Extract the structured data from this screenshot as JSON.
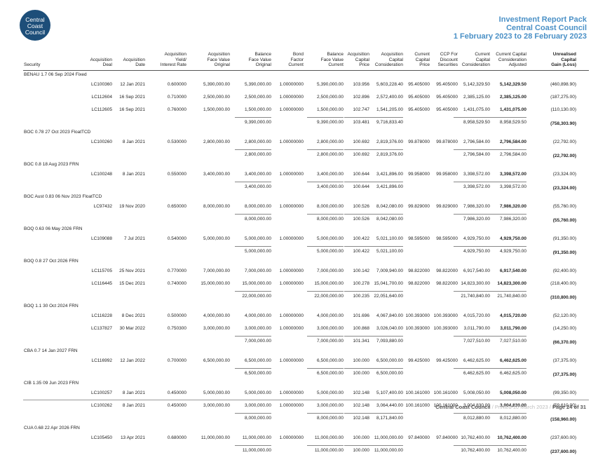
{
  "logo": {
    "line1": "Central",
    "line2": "Coast",
    "line3": "Council"
  },
  "report": {
    "title": "Investment Report Pack",
    "council": "Central Coast Council",
    "period": "1 February 2023 to 28 February 2023"
  },
  "columns": [
    [
      "Security"
    ],
    [
      "Acquisition",
      "Deal"
    ],
    [
      "Acquisition",
      "Date"
    ],
    [
      "Acquisition",
      "Yield/",
      "Interest Rate"
    ],
    [
      "Acquisition",
      "Face Value",
      "Original"
    ],
    [
      "Balance",
      "Face Value",
      "Original"
    ],
    [
      "Bond",
      "Factor",
      "Current"
    ],
    [
      "Balance",
      "Face Value",
      "Current"
    ],
    [
      "Acquisition",
      "Capital",
      "Price"
    ],
    [
      "Acquisition",
      "Capital",
      "Consideration"
    ],
    [
      "Current",
      "Capital",
      "Price"
    ],
    [
      "CCP For",
      "Discount",
      "Securities"
    ],
    [
      "Current",
      "Capital",
      "Consideration"
    ],
    [
      "Current Capital",
      "Consideration",
      "Adjusted"
    ],
    [
      "Unrealised",
      "Capital",
      "Gain (Loss)"
    ]
  ],
  "groups": [
    {
      "name": "BENAU 1.7 06 Sep 2024 Fixed",
      "rows": [
        [
          "LC100360",
          "12 Jan 2021",
          "0.600000",
          "5,390,000.00",
          "5,390,000.00",
          "1.00000000",
          "5,390,000.00",
          "103.956",
          "5,603,228.40",
          "95.405000",
          "95.405000",
          "5,142,329.50",
          "5,142,329.50",
          "(460,898.90)"
        ],
        [
          "LC112604",
          "16 Sep 2021",
          "0.710000",
          "2,500,000.00",
          "2,500,000.00",
          "1.00000000",
          "2,500,000.00",
          "102.896",
          "2,572,400.00",
          "95.405000",
          "95.405000",
          "2,385,125.00",
          "2,385,125.00",
          "(187,275.00)"
        ],
        [
          "LC112605",
          "16 Sep 2021",
          "0.760000",
          "1,500,000.00",
          "1,500,000.00",
          "1.00000000",
          "1,500,000.00",
          "102.747",
          "1,541,205.00",
          "95.405000",
          "95.405000",
          "1,431,075.00",
          "1,431,075.00",
          "(110,130.00)"
        ]
      ],
      "total": {
        "bal_orig": "9,390,000.00",
        "bal_cur": "9,390,000.00",
        "acq_price": "103.481",
        "acq_cons": "9,716,833.40",
        "cur_cons": "8,958,529.50",
        "adj": "8,958,529.50",
        "gain": "(758,303.90)"
      }
    },
    {
      "name": "BOC 0.78 27 Oct 2023 FloatTCD",
      "rows": [
        [
          "LC100260",
          "8 Jan 2021",
          "0.530000",
          "2,800,000.00",
          "2,800,000.00",
          "1.00000000",
          "2,800,000.00",
          "100.692",
          "2,819,376.00",
          "99.878000",
          "99.878000",
          "2,796,584.00",
          "2,796,584.00",
          "(22,792.00)"
        ]
      ],
      "total": {
        "bal_orig": "2,800,000.00",
        "bal_cur": "2,800,000.00",
        "acq_price": "100.692",
        "acq_cons": "2,819,376.00",
        "cur_cons": "2,796,584.00",
        "adj": "2,796,584.00",
        "gain": "(22,792.00)"
      }
    },
    {
      "name": "BOC 0.8 18 Aug 2023 FRN",
      "rows": [
        [
          "LC100248",
          "8 Jan 2021",
          "0.550000",
          "3,400,000.00",
          "3,400,000.00",
          "1.00000000",
          "3,400,000.00",
          "100.644",
          "3,421,896.00",
          "99.958000",
          "99.958000",
          "3,398,572.00",
          "3,398,572.00",
          "(23,324.00)"
        ]
      ],
      "total": {
        "bal_orig": "3,400,000.00",
        "bal_cur": "3,400,000.00",
        "acq_price": "100.644",
        "acq_cons": "3,421,896.00",
        "cur_cons": "3,398,572.00",
        "adj": "3,398,572.00",
        "gain": "(23,324.00)"
      }
    },
    {
      "name": "BOC Aust 0.83 06 Nov 2023 FloatTCD",
      "rows": [
        [
          "LC97432",
          "19 Nov 2020",
          "0.650000",
          "8,000,000.00",
          "8,000,000.00",
          "1.00000000",
          "8,000,000.00",
          "100.526",
          "8,042,080.00",
          "99.829000",
          "99.829000",
          "7,986,320.00",
          "7,986,320.00",
          "(55,760.00)"
        ]
      ],
      "total": {
        "bal_orig": "8,000,000.00",
        "bal_cur": "8,000,000.00",
        "acq_price": "100.526",
        "acq_cons": "8,042,080.00",
        "cur_cons": "7,986,320.00",
        "adj": "7,986,320.00",
        "gain": "(55,760.00)"
      }
    },
    {
      "name": "BOQ 0.63 06 May 2026 FRN",
      "rows": [
        [
          "LC109088",
          "7 Jul 2021",
          "0.540000",
          "5,000,000.00",
          "5,000,000.00",
          "1.00000000",
          "5,000,000.00",
          "100.422",
          "5,021,100.00",
          "98.595000",
          "98.595000",
          "4,929,750.00",
          "4,929,750.00",
          "(91,350.00)"
        ]
      ],
      "total": {
        "bal_orig": "5,000,000.00",
        "bal_cur": "5,000,000.00",
        "acq_price": "100.422",
        "acq_cons": "5,021,100.00",
        "cur_cons": "4,929,750.00",
        "adj": "4,929,750.00",
        "gain": "(91,350.00)"
      }
    },
    {
      "name": "BOQ 0.8 27 Oct 2026 FRN",
      "rows": [
        [
          "LC115705",
          "25 Nov 2021",
          "0.770000",
          "7,000,000.00",
          "7,000,000.00",
          "1.00000000",
          "7,000,000.00",
          "100.142",
          "7,009,940.00",
          "98.822000",
          "98.822000",
          "6,917,540.00",
          "6,917,540.00",
          "(92,400.00)"
        ],
        [
          "LC116445",
          "15 Dec 2021",
          "0.740000",
          "15,000,000.00",
          "15,000,000.00",
          "1.00000000",
          "15,000,000.00",
          "100.278",
          "15,041,700.00",
          "98.822000",
          "98.822000",
          "14,823,300.00",
          "14,823,300.00",
          "(218,400.00)"
        ]
      ],
      "total": {
        "bal_orig": "22,000,000.00",
        "bal_cur": "22,000,000.00",
        "acq_price": "100.235",
        "acq_cons": "22,051,640.00",
        "cur_cons": "21,740,840.00",
        "adj": "21,740,840.00",
        "gain": "(310,800.00)"
      }
    },
    {
      "name": "BOQ 1.1 30 Oct 2024 FRN",
      "rows": [
        [
          "LC116228",
          "8 Dec 2021",
          "0.500000",
          "4,000,000.00",
          "4,000,000.00",
          "1.00000000",
          "4,000,000.00",
          "101.696",
          "4,067,840.00",
          "100.393000",
          "100.393000",
          "4,015,720.00",
          "4,015,720.00",
          "(52,120.00)"
        ],
        [
          "LC137827",
          "30 Mar 2022",
          "0.750300",
          "3,000,000.00",
          "3,000,000.00",
          "1.00000000",
          "3,000,000.00",
          "100.868",
          "3,026,040.00",
          "100.393000",
          "100.393000",
          "3,011,790.00",
          "3,011,790.00",
          "(14,250.00)"
        ]
      ],
      "total": {
        "bal_orig": "7,000,000.00",
        "bal_cur": "7,000,000.00",
        "acq_price": "101.341",
        "acq_cons": "7,093,880.00",
        "cur_cons": "7,027,510.00",
        "adj": "7,027,510.00",
        "gain": "(66,370.00)"
      }
    },
    {
      "name": "CBA 0.7 14 Jan 2027 FRN",
      "rows": [
        [
          "LC116992",
          "12 Jan 2022",
          "0.700000",
          "6,500,000.00",
          "6,500,000.00",
          "1.00000000",
          "6,500,000.00",
          "100.000",
          "6,500,000.00",
          "99.425000",
          "99.425000",
          "6,462,625.00",
          "6,462,625.00",
          "(37,375.00)"
        ]
      ],
      "total": {
        "bal_orig": "6,500,000.00",
        "bal_cur": "6,500,000.00",
        "acq_price": "100.000",
        "acq_cons": "6,500,000.00",
        "cur_cons": "6,462,625.00",
        "adj": "6,462,625.00",
        "gain": "(37,375.00)"
      }
    },
    {
      "name": "CIB 1.35 09 Jun 2023 FRN",
      "rows": [
        [
          "LC100257",
          "8 Jan 2021",
          "0.450000",
          "5,000,000.00",
          "5,000,000.00",
          "1.00000000",
          "5,000,000.00",
          "102.148",
          "5,107,400.00",
          "100.161000",
          "100.161000",
          "5,008,050.00",
          "5,008,050.00",
          "(99,350.00)"
        ],
        [
          "LC100262",
          "8 Jan 2021",
          "0.450000",
          "3,000,000.00",
          "3,000,000.00",
          "1.00000000",
          "3,000,000.00",
          "102.148",
          "3,064,440.00",
          "100.161000",
          "100.161000",
          "3,004,830.00",
          "3,004,830.00",
          "(59,610.00)"
        ]
      ],
      "total": {
        "bal_orig": "8,000,000.00",
        "bal_cur": "8,000,000.00",
        "acq_price": "102.148",
        "acq_cons": "8,171,840.00",
        "cur_cons": "8,012,880.00",
        "adj": "8,012,880.00",
        "gain": "(158,960.00)"
      }
    },
    {
      "name": "CUA 0.68 22 Apr 2026 FRN",
      "rows": [
        [
          "LC105450",
          "13 Apr 2021",
          "0.680000",
          "11,000,000.00",
          "11,000,000.00",
          "1.00000000",
          "11,000,000.00",
          "100.000",
          "11,000,000.00",
          "97.840000",
          "97.840000",
          "10,762,400.00",
          "10,762,400.00",
          "(237,600.00)"
        ]
      ],
      "total": {
        "bal_orig": "11,000,000.00",
        "bal_cur": "11,000,000.00",
        "acq_price": "100.000",
        "acq_cons": "11,000,000.00",
        "cur_cons": "10,762,400.00",
        "adj": "10,762,400.00",
        "gain": "(237,600.00)"
      }
    }
  ],
  "footer": {
    "council": "Central Coast Council",
    "printed": "Printed 10 March 2023",
    "page": "Page 24 of 31"
  }
}
